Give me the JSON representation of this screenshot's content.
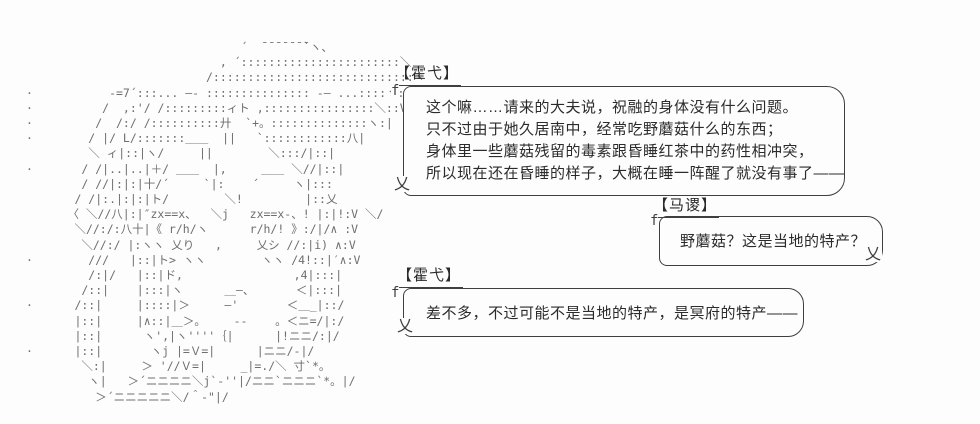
{
  "colors": {
    "background": "#fdfdfd",
    "art_gray": "#6e6e6e",
    "line_dark": "#3f3f3f",
    "text": "#2b2b2b"
  },
  "ascii_art": {
    "subject": "character-wearing-large-dotted-straw-hat",
    "text": "                               ´  ̄ ̄ ̄ ̄ ̄ ̄ ̄`ヽ、\n                            , ´:::::::::::::::::::::::＼\n                          /:::::::::::::::::::::::::::::ヽ\n·           -=7´:::... ―- ::::::::::::::: -― ...::::ヽ:ヽ\n·          /  ,:'/ /:::::::::ィト ,::::::::::::::::＼::V\n·         /  /:/ /::::::::::廾  `+。::::::::::::::ヽ:|\n·        / |/ L/:::::::＿＿  ||   `::::::::::::八|\n         ＼ ィ|::|ヽ/     ||        ＼:::/|::|\n·       / /|..|..|＋/ ＿＿  |,     ＿＿ ＼//|::|\n        / //|:|:|十/´     `|:    ´     ヽ|:::\n       / /|:.|:|:|ト/        ＼!         |::乂\n      〈 ＼//八|:|″zx==x、  ＼j   zx==x-、! |:|!:V ＼/\n       ＼//:/:八十|《 r/h/ヽ      r/h/! 》:/|/∧ :V\n        ＼//:/ |:ヽヽ 乂り   ,     乂シ //:|i) ∧:V\n·        ///   |::|ト> ヽヽ        ヽヽ /4!::|′∧:V\n         /:|/   |::|ド,                ,4|:::|\n        /::|    |:::|ヽ      ＿―、      ＜|:::|\n·      /::|     |::::|＞     ―'       ＜＿_|::/\n       |::|     |∧::|＿＞。    --    。＜ニ=/|:/\n       |::|      ヽ',|ヽ''''｛|      |!ニニ/:|/\n·      |::|       ヽj |=Ｖ=|      |ニニ/-|/\n        ＼:|     ＞ '//Ｖ=|     _|=./＼ 寸`*。\n         ヽ|   ＞´ニニニニ＼j`-''|/ニニ`ニニニ`*。|/\n          ＞´ニニニニニ＼/＾-\"|/"
  },
  "bubble_glyphs": {
    "corner": "f",
    "tail": "乂"
  },
  "dialogue": [
    {
      "speaker": "【霍弋】",
      "lines": [
        "这个嘛……请来的大夫说，祝融的身体没有什么问题。",
        "只不过由于她久居南中，经常吃野蘑菇什么的东西；",
        "身体里一些蘑菇残留的毒素跟昏睡红茶中的药性相冲突，",
        "所以现在还在昏睡的样子，大概在睡一阵醒了就没有事了——"
      ]
    },
    {
      "speaker": "【马谡】",
      "lines": [
        "野蘑菇？这是当地的特产？"
      ]
    },
    {
      "speaker": "【霍弋】",
      "lines": [
        "差不多，不过可能不是当地的特产，是冥府的特产——"
      ]
    }
  ]
}
